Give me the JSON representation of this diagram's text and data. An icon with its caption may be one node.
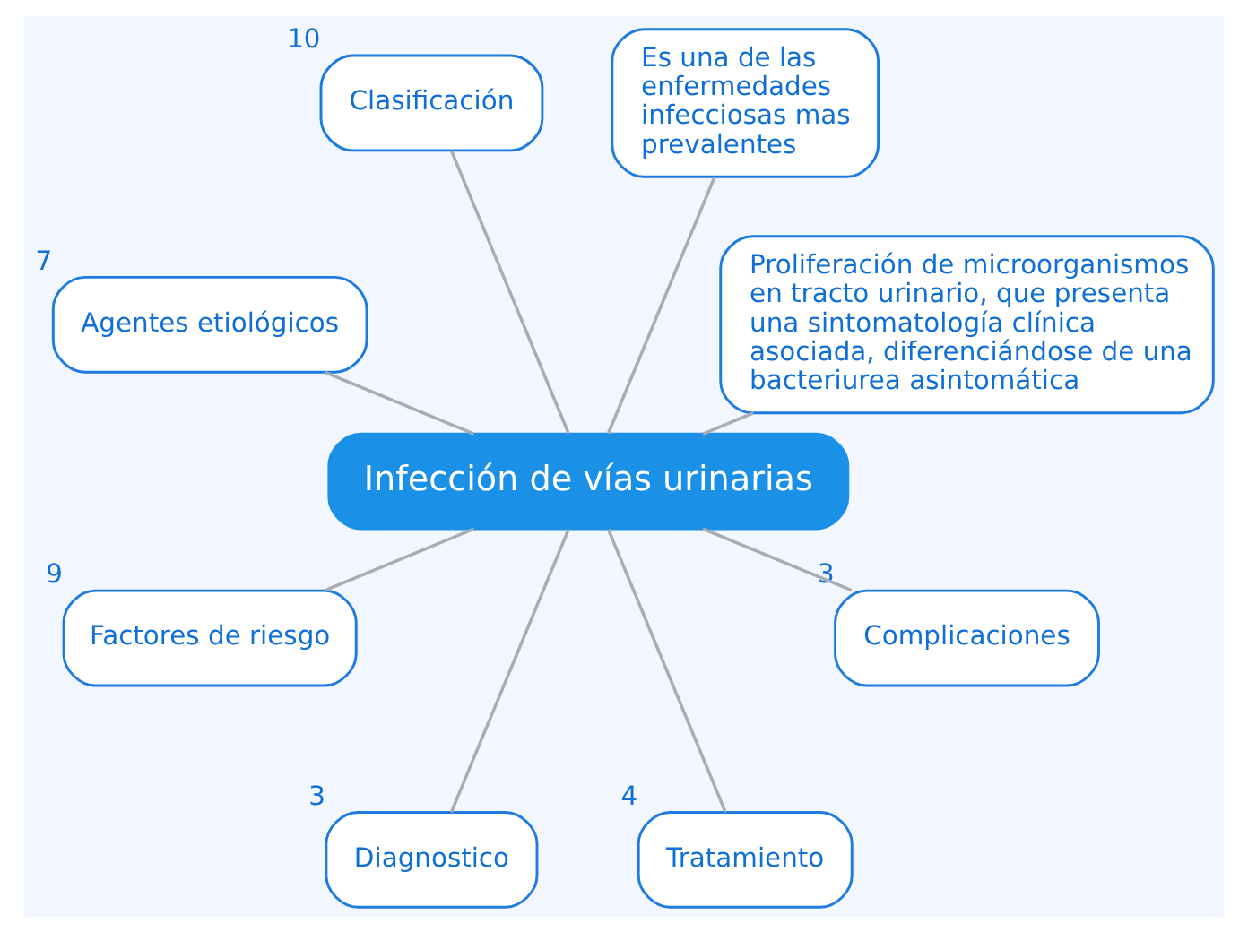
{
  "diagram": {
    "nodes": [
      {
        "text": [
          "Infección de vías urinarias"
        ]
      },
      {
        "text": [
          "Proliferación de microorganismos en tracto urinario, que presenta una sintomatología clínica asociada, diferenciándose de una bacteriurea asintomática"
        ]
      },
      {
        "text": [
          "Es una de las enfermedades infecciosas mas prevalentes"
        ]
      },
      {
        "text": [
          "Clasificación"
        ],
        "beside": [
          "10"
        ]
      },
      {
        "text": [
          "Agentes etiológicos"
        ],
        "beside": [
          "7"
        ]
      },
      {
        "text": [
          "Factores de riesgo"
        ],
        "beside": [
          "9"
        ]
      },
      {
        "text": [
          "Diagnostico"
        ],
        "beside": [
          "3"
        ]
      },
      {
        "text": [
          "Tratamiento"
        ],
        "beside": [
          "4"
        ]
      },
      {
        "text": [
          "Complicaciones"
        ],
        "beside": [
          "3"
        ]
      }
    ],
    "edges": [
      {
        "from": 0,
        "to": 1,
        "arrow": "none"
      },
      {
        "from": 0,
        "to": 2,
        "arrow": "none"
      },
      {
        "from": 0,
        "to": 3,
        "arrow": "none"
      },
      {
        "from": 0,
        "to": 4,
        "arrow": "none"
      },
      {
        "from": 0,
        "to": 5,
        "arrow": "none"
      },
      {
        "from": 0,
        "to": 6,
        "arrow": "none"
      },
      {
        "from": 0,
        "to": 7,
        "arrow": "none"
      },
      {
        "from": 0,
        "to": 8,
        "arrow": "none"
      }
    ]
  }
}
